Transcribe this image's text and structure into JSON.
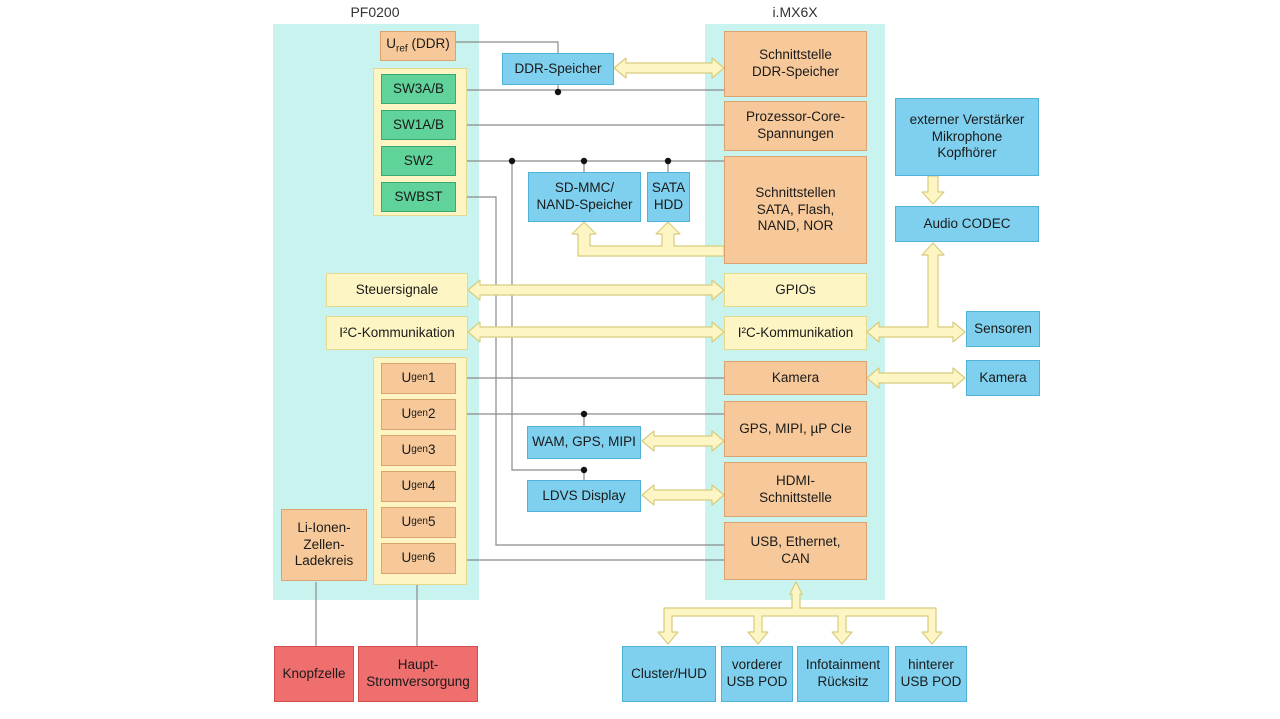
{
  "pf0200": {
    "title": "PF0200",
    "uref_main": "U",
    "uref_sub": "ref",
    "uref_suffix": " (DDR)",
    "sw3": "SW3A/B",
    "sw1": "SW1A/B",
    "sw2": "SW2",
    "swbst": "SWBST",
    "steuersignale": "Steuersignale",
    "i2c_left": "I²C-Kommunikation",
    "ugen_main": "U",
    "ugen_sub": "gen",
    "ugen": [
      "1",
      "2",
      "3",
      "4",
      "5",
      "6"
    ],
    "liion": "Li-Ionen-\nZellen-\nLadekreis"
  },
  "imx6": {
    "title": "i.MX6X",
    "ddr_if": "Schnittstelle\nDDR-Speicher",
    "core": "Prozessor-Core-\nSpannungen",
    "sata_if": "Schnittstellen\nSATA, Flash,\nNAND, NOR",
    "gpios": "GPIOs",
    "i2c_right": "I²C-Kommunikation",
    "kamera_if": "Kamera",
    "gps": "GPS, MIPI, µP CIe",
    "hdmi": "HDMI-\nSchnittstelle",
    "usb": "USB, Ethernet,\nCAN"
  },
  "peripherals": {
    "ddr_speicher": "DDR-Speicher",
    "sdmmc": "SD-MMC/\nNAND-Speicher",
    "sata_hdd": "SATA\nHDD",
    "wam": "WAM, GPS, MIPI",
    "ldvs": "LDVS Display",
    "audio_ext": "externer Verstärker\nMikrophone\nKopfhörer",
    "audio_codec": "Audio CODEC",
    "sensoren": "Sensoren",
    "kamera": "Kamera",
    "cluster": "Cluster/HUD",
    "vorderer": "vorderer\nUSB POD",
    "infotainment": "Infotainment\nRücksitz",
    "hinterer": "hinterer\nUSB POD"
  },
  "power": {
    "knopfzelle": "Knopfzelle",
    "haupt": "Haupt-\nStromversorgung"
  },
  "colors": {
    "orange": "#f7c99a",
    "green": "#5fd39a",
    "blue": "#7fd0ee",
    "cream": "#fdf6c4",
    "red": "#ef6e6e",
    "region": "#c8f3ee",
    "line": "#8a8a8a"
  }
}
